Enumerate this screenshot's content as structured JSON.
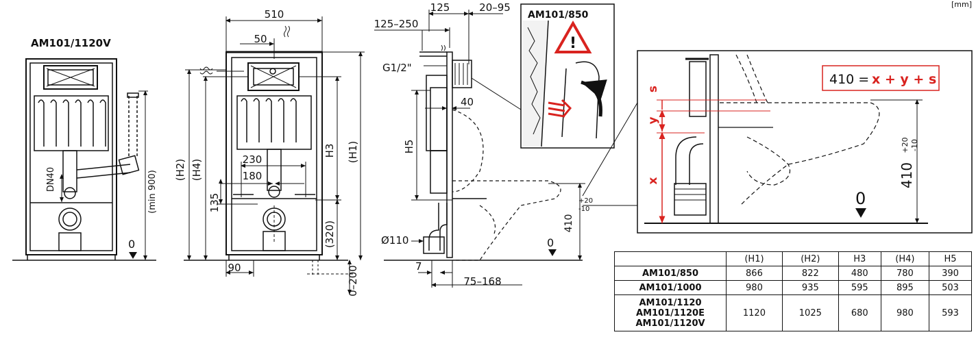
{
  "unit_label": "[mm]",
  "frame_models": {
    "left_title": "AM101/1120V",
    "detail_title": "AM101/850"
  },
  "dims": {
    "width_510": "510",
    "d50": "50",
    "h2": "(H2)",
    "h4": "(H4)",
    "h3": "H3",
    "h1": "(H1)",
    "d230": "230",
    "d180": "180",
    "d135": "135",
    "d320": "(320)",
    "d90": "90",
    "d0_200": "0–200",
    "dn40": "DN40",
    "min900": "(min 900)",
    "zero": "0",
    "d125": "125",
    "d125_250": "125–250",
    "d20_95": "20–95",
    "g12": "G1/2\"",
    "d40": "40",
    "h5": "H5",
    "d110": "Ø110",
    "d7": "7",
    "d75_168": "75–168",
    "d410": "410",
    "tol_plus": "+20",
    "tol_minus": "-10"
  },
  "formula": {
    "lhs": "410 =",
    "rhs": "x + y + s"
  },
  "detail_letters": {
    "s": "s",
    "y": "y",
    "x": "x",
    "zero": "0",
    "d410": "410"
  },
  "table": {
    "headers": [
      "",
      "(H1)",
      "(H2)",
      "H3",
      "(H4)",
      "H5"
    ],
    "rows": [
      {
        "model": "AM101/850",
        "values": [
          "866",
          "822",
          "480",
          "780",
          "390"
        ]
      },
      {
        "model": "AM101/1000",
        "values": [
          "980",
          "935",
          "595",
          "895",
          "503"
        ]
      },
      {
        "model": "AM101/1120\nAM101/1120E\nAM101/1120V",
        "values": [
          "1120",
          "1025",
          "680",
          "980",
          "593"
        ]
      }
    ]
  },
  "colors": {
    "accent_red": "#d9231f",
    "line": "#111111"
  }
}
